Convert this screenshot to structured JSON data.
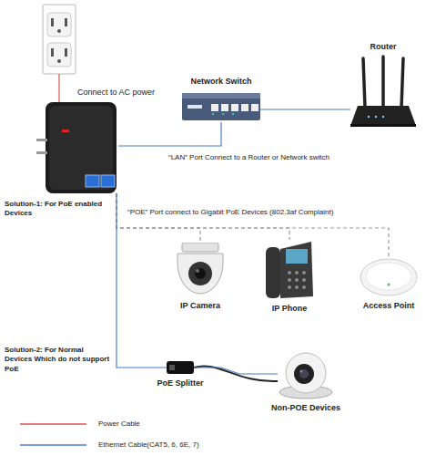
{
  "diagram": {
    "nodes": [
      {
        "text": [
          "Connect to AC power"
        ]
      },
      {
        "text": [
          "Network Switch"
        ]
      },
      {
        "text": [
          "Router"
        ]
      },
      {
        "text": [
          "IP Camera"
        ]
      },
      {
        "text": [
          "IP Phone"
        ]
      },
      {
        "text": [
          "Access Point"
        ]
      },
      {
        "text": [
          "PoE Splitter"
        ]
      },
      {
        "text": [
          "Non-POE Devices"
        ]
      }
    ],
    "edges": [
      {
        "from": 0,
        "to": 1,
        "arrow": "none"
      },
      {
        "from": 1,
        "to": 2,
        "arrow": "none"
      },
      {
        "from": 0,
        "to": 3,
        "arrow": "none"
      },
      {
        "from": 0,
        "to": 4,
        "arrow": "none"
      },
      {
        "from": 0,
        "to": 5,
        "arrow": "none"
      },
      {
        "from": 0,
        "to": 6,
        "arrow": "none"
      },
      {
        "from": 6,
        "to": 7,
        "arrow": "none"
      }
    ],
    "labels": [
      "“LAN” Port Connect to a Router or Network switch",
      "Solution-1: For PoE enabled Devices",
      "“POE” Port connect to Gigabit PoE Devices (802.3af Complaint)",
      "Solution-2: For Normal Devices Which do not support PoE"
    ],
    "legend": [
      {
        "text": "Power Cable"
      },
      {
        "text": "Ethernet Cable(CAT5, 6, 6E, 7)"
      }
    ]
  }
}
